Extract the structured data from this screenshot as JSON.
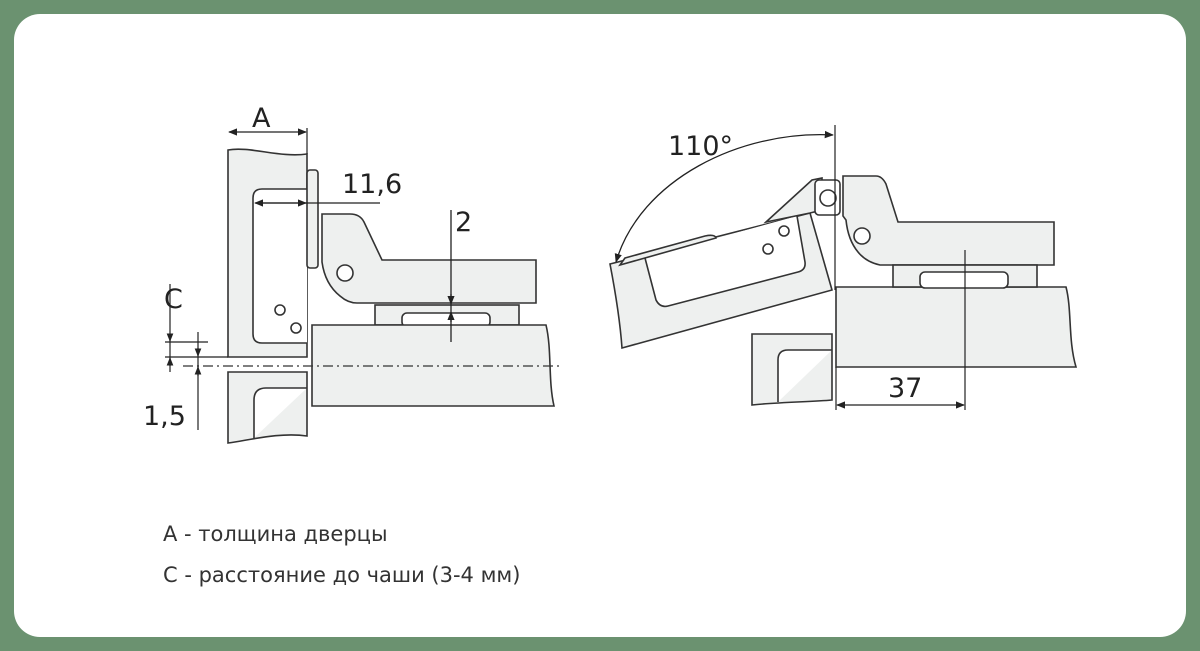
{
  "diagram": {
    "left": {
      "dim_door_thickness": "A",
      "dim_cup_offset": "11,6",
      "dim_gap": "2",
      "dim_cup_distance": "C",
      "dim_overlay": "1,5"
    },
    "right": {
      "opening_angle": "110°",
      "dim_cup_center": "37"
    }
  },
  "legend": [
    "A - толщина дверцы",
    "C - расстояние до чаши (3-4 мм)"
  ],
  "colors": {
    "background": "#6b9270",
    "card": "#ffffff",
    "part_fill": "#eef0ef",
    "line": "#333333"
  }
}
